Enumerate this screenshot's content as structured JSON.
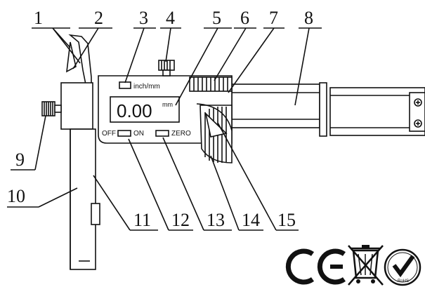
{
  "labels": {
    "display_unit_button": "inch/mm",
    "display_value": "0.00",
    "display_unit": "mm",
    "off_on_left": "OFF",
    "off_on_right": "ON",
    "zero_button": "ZERO",
    "rohs_text": "RoHS"
  },
  "callouts": [
    "1",
    "2",
    "3",
    "4",
    "5",
    "6",
    "7",
    "8",
    "9",
    "10",
    "11",
    "12",
    "13",
    "14",
    "15"
  ]
}
